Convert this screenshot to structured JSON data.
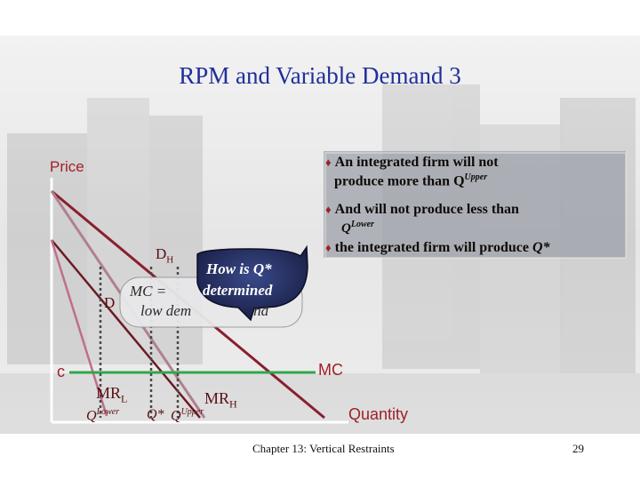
{
  "slide": {
    "title": "RPM and Variable Demand 3",
    "footer": "Chapter 13: Vertical Restraints",
    "page_number": "29"
  },
  "diagram": {
    "y_axis_label": "Price",
    "x_axis_label": "Quantity",
    "demand_high_label": "D",
    "demand_high_sub": "H",
    "demand_low_label": "D",
    "cost_label": "c",
    "mc_label": "MC",
    "mr_low_label": "MR",
    "mr_low_sub": "L",
    "mr_high_label": "MR",
    "mr_high_sub": "H",
    "q_lower_label": "Q",
    "q_lower_sup": "Lower",
    "q_star_label": "Q*",
    "q_upper_label": "Q",
    "q_upper_sup": "Upper"
  },
  "callouts": {
    "back_line1": "MC =",
    "back_line2": "low dem",
    "back_line2_end": "nd",
    "front_line1": "How is Q*",
    "front_line2": "determined"
  },
  "bullets": {
    "b1_line1": "An integrated firm will not",
    "b1_line2": "produce more than Q",
    "b1_sup": "Upper",
    "b2_line1": "And will not produce less than",
    "b2_line2": "Q",
    "b2_sup": "Lower",
    "b3_text": "the integrated firm will produce ",
    "b3_q": "Q*"
  },
  "colors": {
    "title": "#1f2f9a",
    "accent": "#a0202a",
    "demand_line": "#8a1f2e",
    "mc_line": "#2ea84a",
    "bullet_box": "#9aa0a8",
    "callout_front": "#1e2a66"
  }
}
